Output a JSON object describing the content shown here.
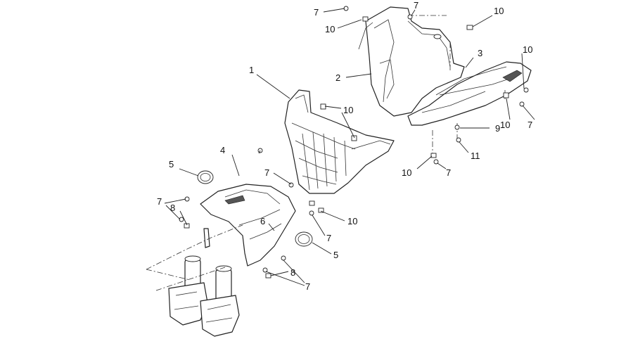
{
  "diagram": {
    "callouts": {
      "c1": "1",
      "c2": "2",
      "c3": "3",
      "c4": "4",
      "c5a": "5",
      "c5b": "5",
      "c6": "6",
      "c7a": "7",
      "c7b": "7",
      "c7c": "7",
      "c7d": "7",
      "c7e": "7",
      "c7f": "7",
      "c7g": "7",
      "c7h": "7",
      "c8a": "8",
      "c8b": "8",
      "c9": "9",
      "c10a": "10",
      "c10b": "10",
      "c10c": "10",
      "c10d": "10",
      "c10e": "10",
      "c10f": "10",
      "c10g": "10",
      "c11": "11"
    }
  }
}
